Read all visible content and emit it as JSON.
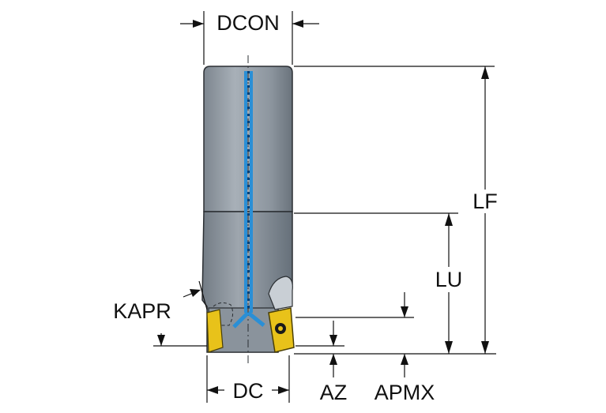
{
  "diagram": {
    "labels": {
      "dcon": "DCON",
      "lf": "LF",
      "lu": "LU",
      "kapr": "KAPR",
      "dc": "DC",
      "az": "AZ",
      "apmx": "APMX"
    },
    "colors": {
      "body_light": "#9aa3ad",
      "body_dark": "#6f7882",
      "coolant": "#2a8fd6",
      "insert": "#e8c21a",
      "line": "#111111"
    }
  }
}
